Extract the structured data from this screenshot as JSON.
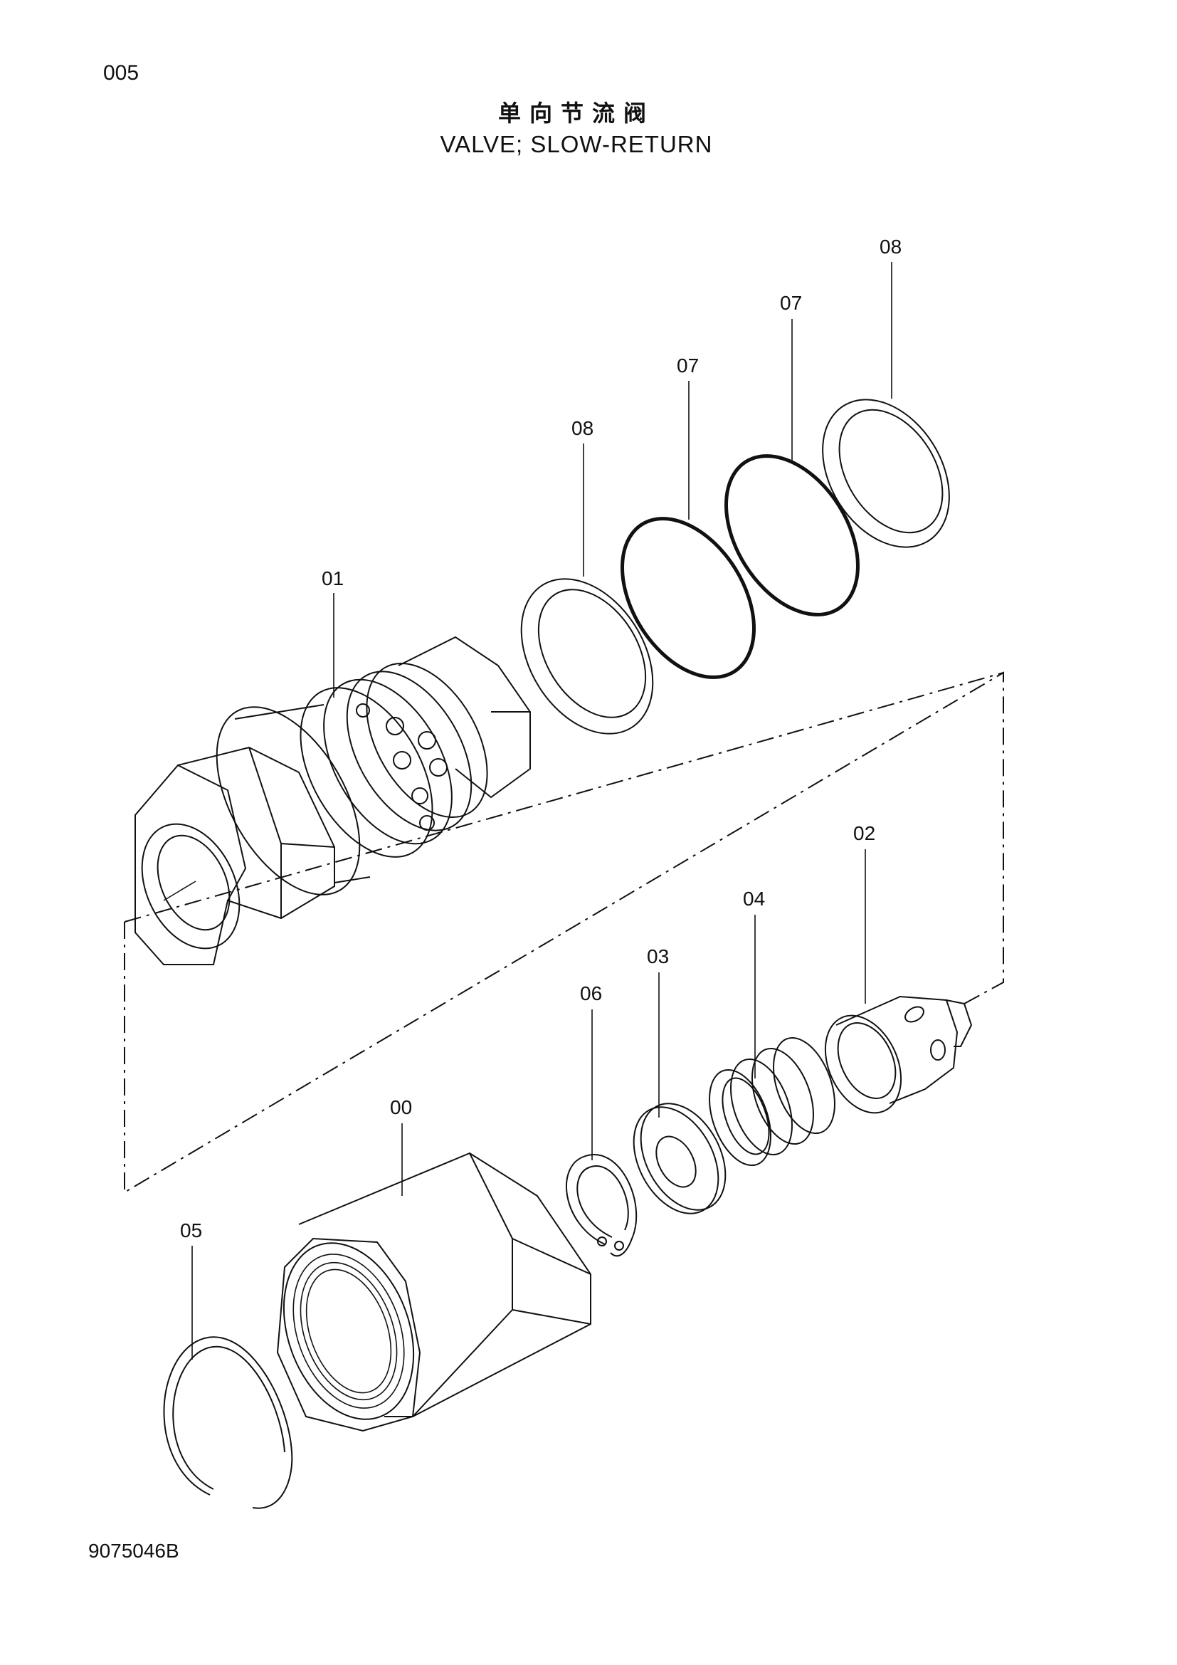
{
  "header": {
    "page_number": "005",
    "title_cn": "单向节流阀",
    "title_en": "VALVE; SLOW-RETURN"
  },
  "parts": [
    {
      "id": "00",
      "label": "00"
    },
    {
      "id": "01",
      "label": "01"
    },
    {
      "id": "02",
      "label": "02"
    },
    {
      "id": "03",
      "label": "03"
    },
    {
      "id": "04",
      "label": "04"
    },
    {
      "id": "05",
      "label": "05"
    },
    {
      "id": "06",
      "label": "06"
    },
    {
      "id": "07a",
      "label": "07"
    },
    {
      "id": "07b",
      "label": "07"
    },
    {
      "id": "08a",
      "label": "08"
    },
    {
      "id": "08b",
      "label": "08"
    }
  ],
  "footer": {
    "drawing_code": "9075046B"
  }
}
